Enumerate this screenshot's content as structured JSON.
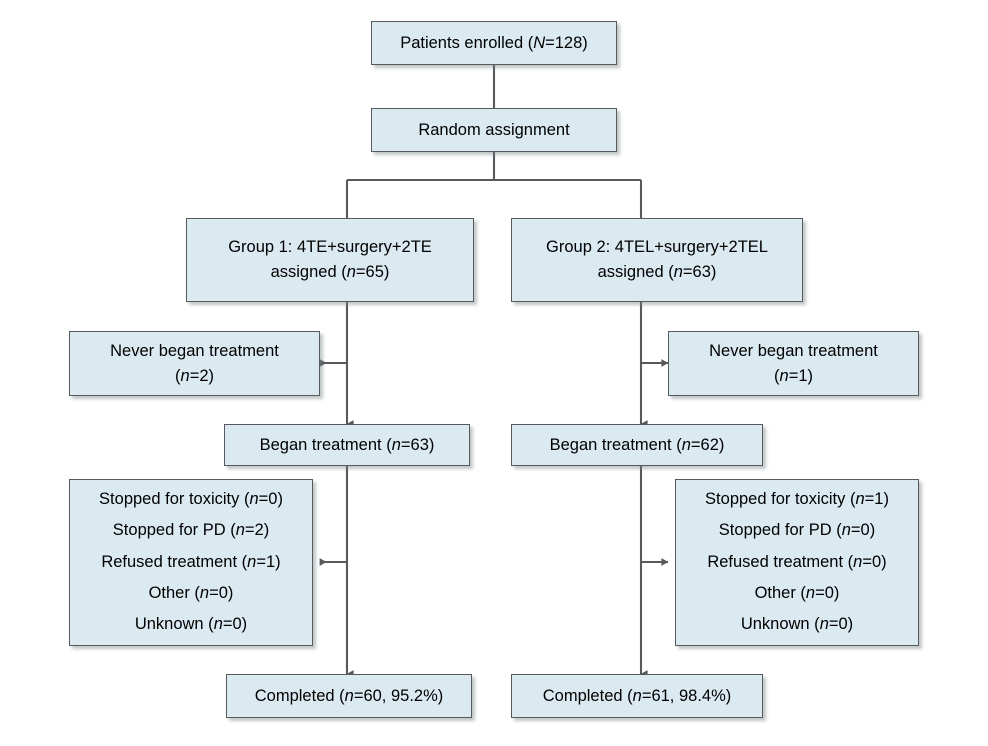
{
  "figure": {
    "type": "consort-flow-diagram",
    "background_color": "#ffffff",
    "box_fill_color": "#dbeaf1",
    "box_border_color": "#58595b",
    "connector_color": "#58595b",
    "text_color": "#000000"
  },
  "nodes": {
    "enrolled": {
      "id": "patients-enrolled",
      "lines": [
        "Patients enrolled (N=128)"
      ],
      "value": 128,
      "value_symbol": "N"
    },
    "random": {
      "id": "random-assignment",
      "lines": [
        "Random assignment"
      ]
    },
    "group1": {
      "id": "group-1-assigned",
      "lines": [
        "Group 1: 4TE+surgery+2TE",
        "assigned (n=65)"
      ],
      "value": 65,
      "value_symbol": "n"
    },
    "group2": {
      "id": "group-2-assigned",
      "lines": [
        "Group 2: 4TEL+surgery+2TEL",
        "assigned (n=63)"
      ],
      "value": 63,
      "value_symbol": "n"
    },
    "never1": {
      "id": "never-began-treatment-left",
      "lines": [
        "Never began treatment",
        "(n=2)"
      ],
      "value": 2,
      "value_symbol": "n"
    },
    "never2": {
      "id": "never-began-treatment-right",
      "lines": [
        "Never began treatment",
        "(n=1)"
      ],
      "value": 1,
      "value_symbol": "n"
    },
    "began1": {
      "id": "began-treatment-left",
      "lines": [
        "Began treatment (n=63)"
      ],
      "value": 63,
      "value_symbol": "n"
    },
    "began2": {
      "id": "began-treatment-right",
      "lines": [
        "Began treatment (n=62)"
      ],
      "value": 62,
      "value_symbol": "n"
    },
    "discontinued1": {
      "id": "discontinued-left",
      "lines": [
        "Stopped for toxicity (n=0)",
        "Stopped for PD (n=2)",
        "Refused treatment (n=1)",
        "Other (n=0)",
        "Unknown (n=0)"
      ],
      "reasons": [
        {
          "label": "Stopped for toxicity",
          "value": 0
        },
        {
          "label": "Stopped for PD",
          "value": 2
        },
        {
          "label": "Refused treatment",
          "value": 1
        },
        {
          "label": "Other",
          "value": 0
        },
        {
          "label": "Unknown",
          "value": 0
        }
      ]
    },
    "discontinued2": {
      "id": "discontinued-right",
      "lines": [
        "Stopped for toxicity (n=1)",
        "Stopped for PD (n=0)",
        "Refused treatment (n=0)",
        "Other (n=0)",
        "Unknown (n=0)"
      ],
      "reasons": [
        {
          "label": "Stopped for toxicity",
          "value": 1
        },
        {
          "label": "Stopped for PD",
          "value": 0
        },
        {
          "label": "Refused treatment",
          "value": 0
        },
        {
          "label": "Other",
          "value": 0
        },
        {
          "label": "Unknown",
          "value": 0
        }
      ]
    },
    "completed1": {
      "id": "completed-left",
      "lines": [
        "Completed (n=60, 95.2%)"
      ],
      "value": 60,
      "percent": "95.2%",
      "value_symbol": "n"
    },
    "completed2": {
      "id": "completed-right",
      "lines": [
        "Completed (n=61, 98.4%)"
      ],
      "value": 61,
      "percent": "98.4%",
      "value_symbol": "n"
    }
  }
}
